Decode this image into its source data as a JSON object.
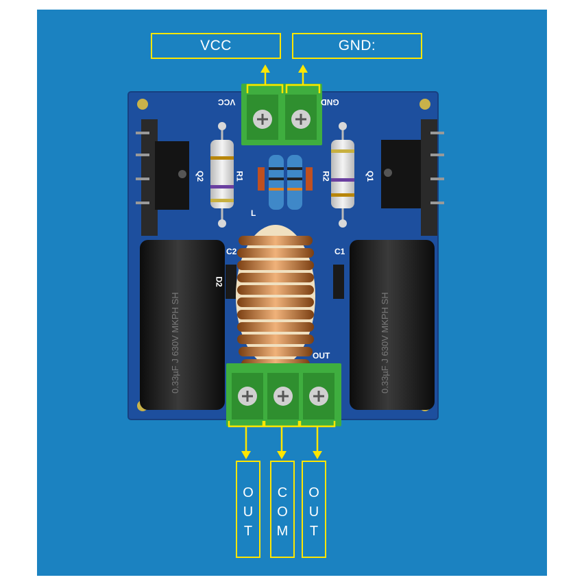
{
  "labels": {
    "vcc_box": "VCC",
    "gnd_box": "GND:",
    "out_left": "OUT",
    "com": "COM",
    "out_right": "OUT"
  },
  "silkscreen": {
    "vcc": "VCC",
    "gnd": "GND",
    "r1": "R1",
    "r2": "R2",
    "q1": "Q1",
    "q2": "Q2",
    "c1": "C1",
    "c2": "C2",
    "d2": "D2",
    "l": "L",
    "out": "OUT"
  },
  "colors": {
    "background": "#1b82c1",
    "board": "#1d4f9e",
    "annotation": "#ffe600",
    "terminal": "#3fae3f",
    "copper": "#c77a3c"
  }
}
